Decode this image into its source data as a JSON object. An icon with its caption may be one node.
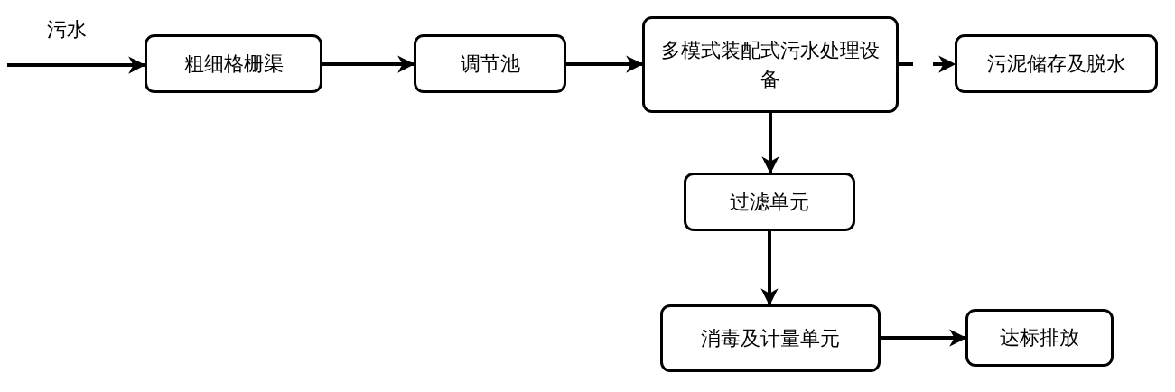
{
  "diagram": {
    "nodes": [
      {
        "text": [
          "粗细格栅渠"
        ]
      },
      {
        "text": [
          "调节池"
        ]
      },
      {
        "text": [
          "多模式装配式污水处理设备"
        ]
      },
      {
        "text": [
          "污泥储存及脱水"
        ]
      },
      {
        "text": [
          "过滤单元"
        ]
      },
      {
        "text": [
          "消毒及计量单元"
        ]
      },
      {
        "text": [
          "达标排放"
        ]
      }
    ],
    "edges": [
      {
        "from": null,
        "to": 0,
        "arrow": "to",
        "label": "污水"
      },
      {
        "from": 0,
        "to": 1,
        "arrow": "to"
      },
      {
        "from": 1,
        "to": 2,
        "arrow": "to"
      },
      {
        "from": 2,
        "to": 3,
        "arrow": "to",
        "style": "dashed"
      },
      {
        "from": 2,
        "to": 4,
        "arrow": "to"
      },
      {
        "from": 4,
        "to": 5,
        "arrow": "to"
      },
      {
        "from": 5,
        "to": 6,
        "arrow": "to"
      }
    ]
  }
}
